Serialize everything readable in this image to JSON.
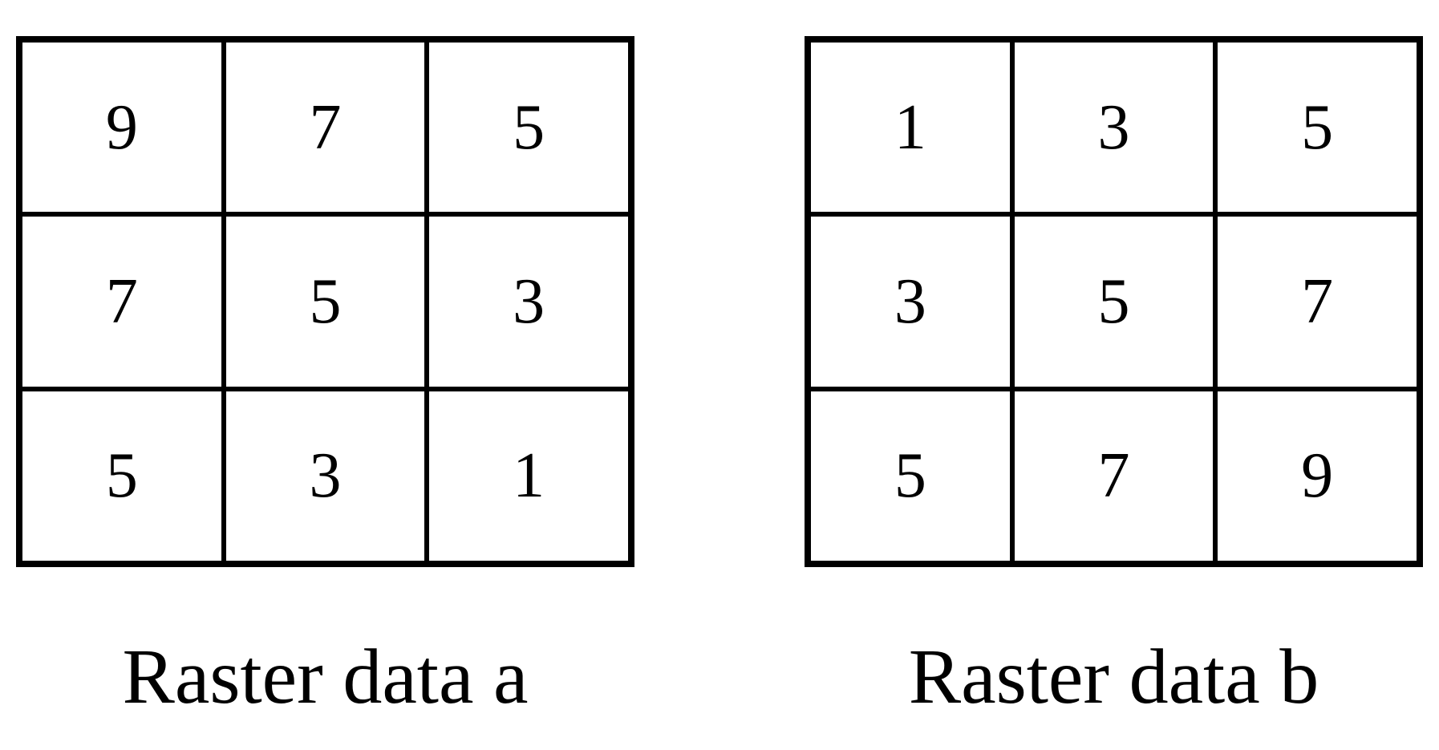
{
  "figure": {
    "background_color": "#ffffff",
    "border_color": "#000000",
    "text_color": "#000000",
    "rasters": [
      {
        "label": "Raster data a",
        "grid": [
          [
            "9",
            "7",
            "5"
          ],
          [
            "7",
            "5",
            "3"
          ],
          [
            "5",
            "3",
            "1"
          ]
        ]
      },
      {
        "label": "Raster data b",
        "grid": [
          [
            "1",
            "3",
            "5"
          ],
          [
            "3",
            "5",
            "7"
          ],
          [
            "5",
            "7",
            "9"
          ]
        ]
      }
    ]
  },
  "chart_data": {
    "type": "table",
    "tables": [
      {
        "title": "Raster data a",
        "rows": [
          [
            9,
            7,
            5
          ],
          [
            7,
            5,
            3
          ],
          [
            5,
            3,
            1
          ]
        ]
      },
      {
        "title": "Raster data b",
        "rows": [
          [
            1,
            3,
            5
          ],
          [
            3,
            5,
            7
          ],
          [
            5,
            7,
            9
          ]
        ]
      }
    ]
  }
}
